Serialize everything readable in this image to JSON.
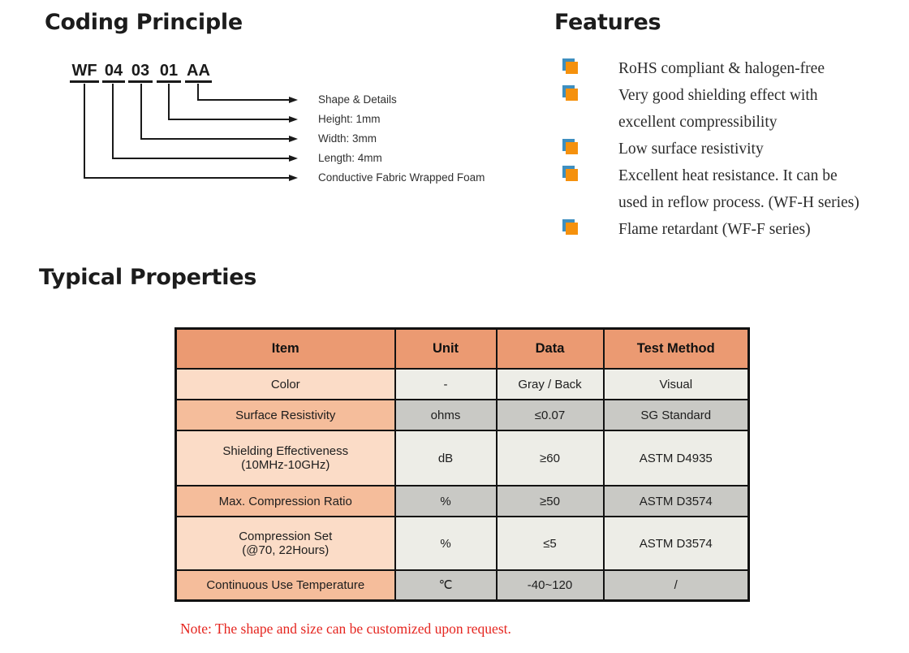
{
  "coding_principle": {
    "title": "Coding Principle",
    "code_parts": [
      "WF",
      "04",
      "03",
      "01",
      "AA"
    ],
    "labels": [
      "Shape & Details",
      "Height: 1mm",
      "Width: 3mm",
      "Length: 4mm",
      "Conductive Fabric Wrapped Foam"
    ]
  },
  "features": {
    "title": "Features",
    "items": [
      "RoHS compliant & halogen-free",
      "Very good shielding effect with\nexcellent compressibility",
      "Low surface resistivity",
      "Excellent heat resistance. It can be\nused in reflow process. (WF-H series)",
      "Flame retardant (WF-F series)"
    ]
  },
  "typical_properties": {
    "title": "Typical Properties",
    "table": {
      "headers": [
        "Item",
        "Unit",
        "Data",
        "Test Method"
      ],
      "rows": [
        {
          "item": "Color",
          "unit": "-",
          "data": "Gray / Back",
          "test_method": "Visual"
        },
        {
          "item": "Surface Resistivity",
          "unit": "ohms",
          "data": "≤0.07",
          "test_method": "SG Standard"
        },
        {
          "item": "Shielding Effectiveness\n(10MHz-10GHz)",
          "unit": "dB",
          "data": "≥60",
          "test_method": "ASTM D4935"
        },
        {
          "item": "Max. Compression Ratio",
          "unit": "%",
          "data": "≥50",
          "test_method": "ASTM D3574"
        },
        {
          "item": "Compression Set\n(@70, 22Hours)",
          "unit": "%",
          "data": "≤5",
          "test_method": "ASTM D3574"
        },
        {
          "item": "Continuous Use Temperature",
          "unit": "℃",
          "data": "-40~120",
          "test_method": "/"
        }
      ]
    },
    "note": "Note: The shape and size can be customized upon request."
  },
  "colors": {
    "table_header": "#EB9A72",
    "item_light": "#FBDCC7",
    "item_dark": "#F5BD9B",
    "cell_light": "#EDEDE7",
    "cell_dark": "#C9C9C5",
    "bullet_orange": "#F5910D",
    "bullet_blue": "#3E8FC0",
    "note_red": "#E5251F"
  }
}
